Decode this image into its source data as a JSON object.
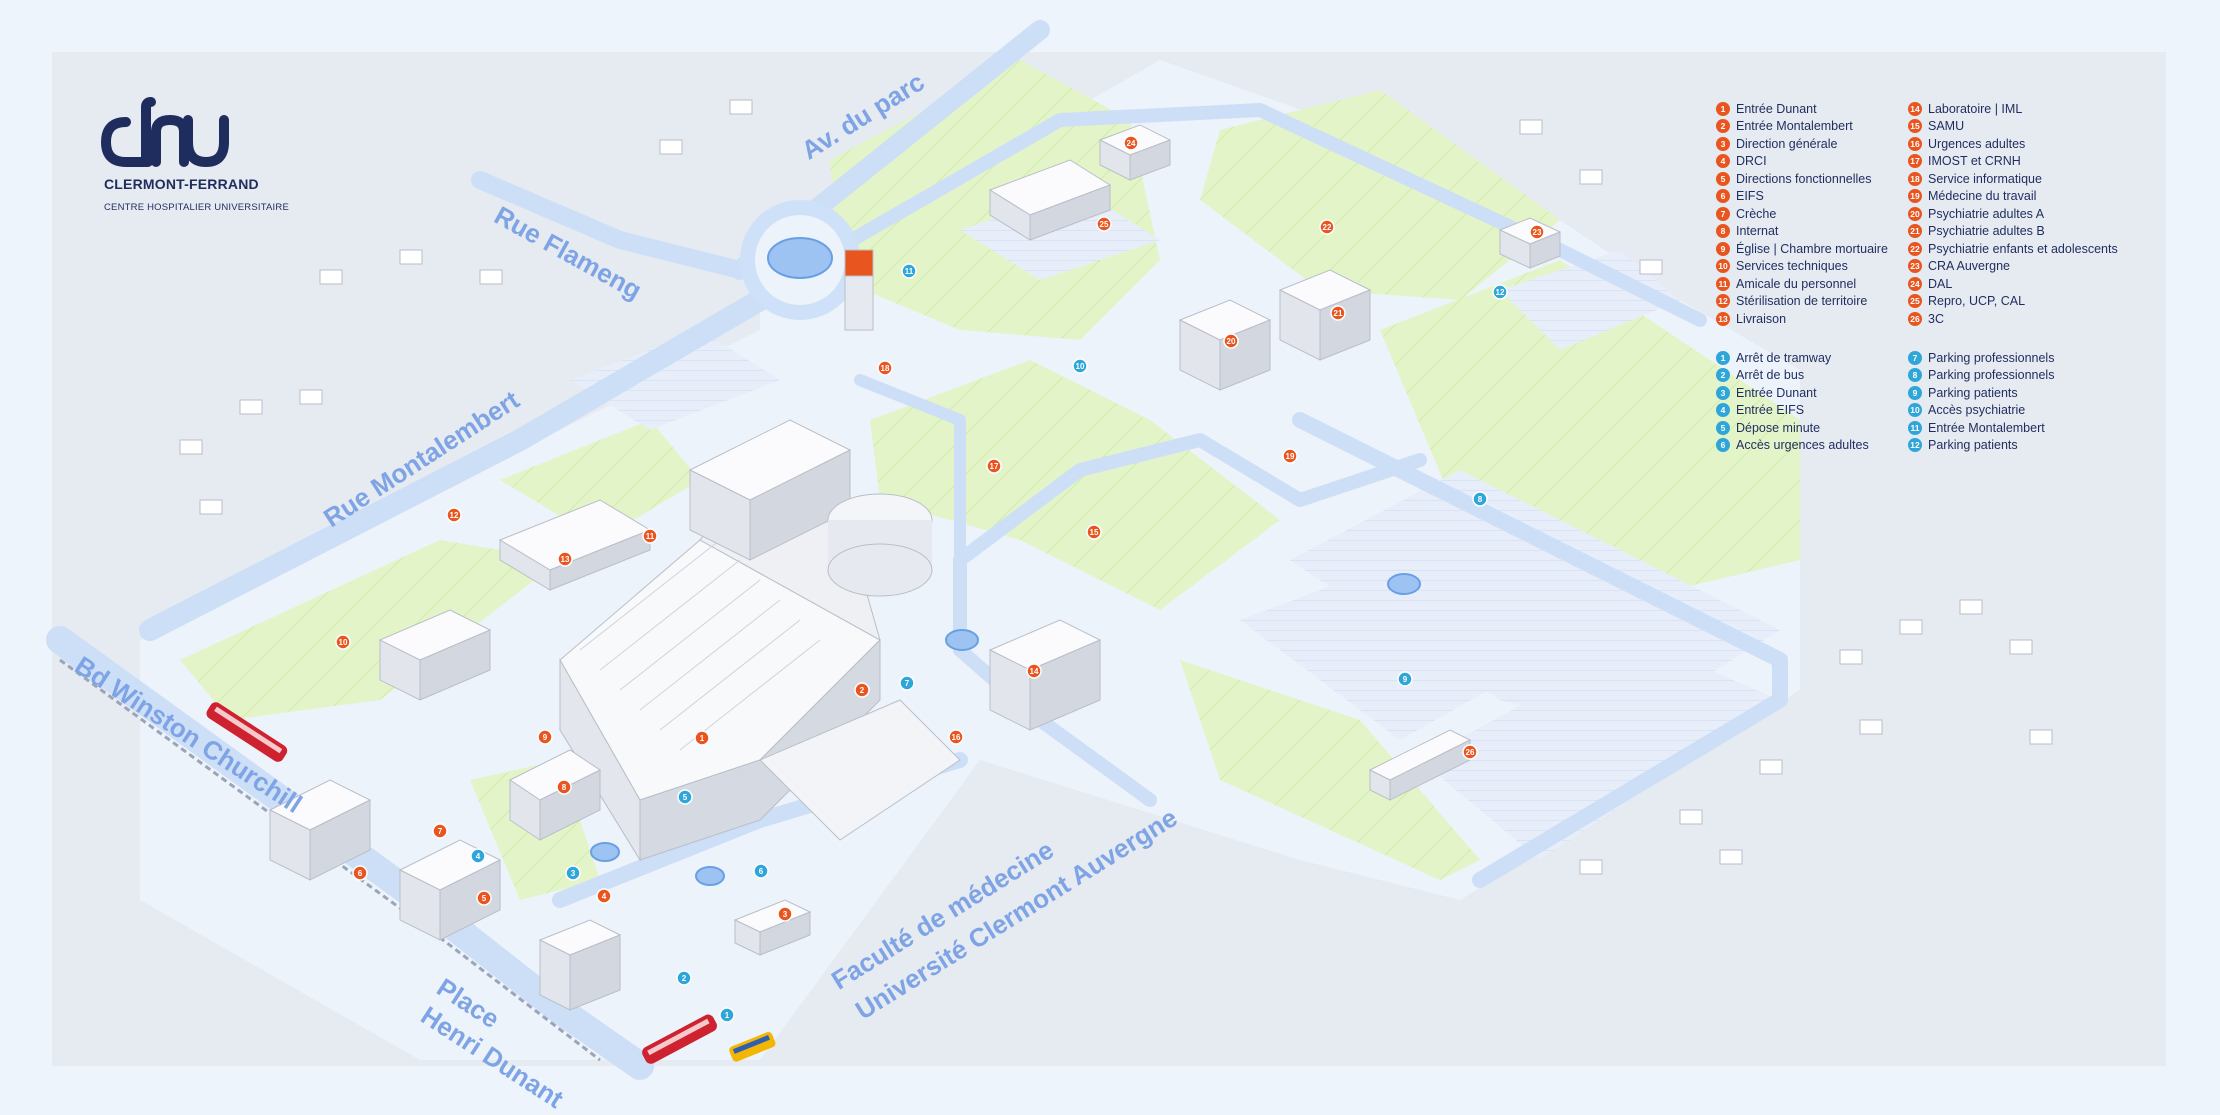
{
  "logo": {
    "wordmark": "chu",
    "title": "CLERMONT-FERRAND",
    "subtitle": "CENTRE HOSPITALIER UNIVERSITAIRE"
  },
  "colors": {
    "background": "#eef4fc",
    "ground": "#e5eaf2",
    "road": "#cfe0f8",
    "green": "#d6efb0",
    "street_label": "#7ea4e6",
    "building_marker": "#e9551e",
    "access_marker": "#2ea6d9",
    "brand": "#1f2d5e"
  },
  "streets": [
    "Av. du parc",
    "Rue Flameng",
    "Rue Montalembert",
    "Bd Winston Churchill",
    "Place",
    "Henri Dunant",
    "Faculté de médecine",
    "Université Clermont Auvergne"
  ],
  "legend_buildings": [
    {
      "n": "1",
      "label": "Entrée Dunant"
    },
    {
      "n": "2",
      "label": "Entrée Montalembert"
    },
    {
      "n": "3",
      "label": "Direction générale"
    },
    {
      "n": "4",
      "label": "DRCI"
    },
    {
      "n": "5",
      "label": "Directions fonctionnelles"
    },
    {
      "n": "6",
      "label": "EIFS"
    },
    {
      "n": "7",
      "label": "Crèche"
    },
    {
      "n": "8",
      "label": "Internat"
    },
    {
      "n": "9",
      "label": "Église | Chambre mortuaire"
    },
    {
      "n": "10",
      "label": "Services techniques"
    },
    {
      "n": "11",
      "label": "Amicale du personnel"
    },
    {
      "n": "12",
      "label": "Stérilisation de territoire"
    },
    {
      "n": "13",
      "label": "Livraison"
    },
    {
      "n": "14",
      "label": "Laboratoire | IML"
    },
    {
      "n": "15",
      "label": "SAMU"
    },
    {
      "n": "16",
      "label": "Urgences adultes"
    },
    {
      "n": "17",
      "label": "IMOST et CRNH"
    },
    {
      "n": "18",
      "label": "Service informatique"
    },
    {
      "n": "19",
      "label": "Médecine du travail"
    },
    {
      "n": "20",
      "label": "Psychiatrie adultes A"
    },
    {
      "n": "21",
      "label": "Psychiatrie adultes B"
    },
    {
      "n": "22",
      "label": "Psychiatrie enfants et adolescents"
    },
    {
      "n": "23",
      "label": "CRA Auvergne"
    },
    {
      "n": "24",
      "label": "DAL"
    },
    {
      "n": "25",
      "label": "Repro, UCP, CAL"
    },
    {
      "n": "26",
      "label": "3C"
    }
  ],
  "legend_access": [
    {
      "n": "1",
      "label": "Arrêt de tramway"
    },
    {
      "n": "2",
      "label": "Arrêt de bus"
    },
    {
      "n": "3",
      "label": "Entrée Dunant"
    },
    {
      "n": "4",
      "label": "Entrée EIFS"
    },
    {
      "n": "5",
      "label": "Dépose minute"
    },
    {
      "n": "6",
      "label": "Accès urgences adultes"
    },
    {
      "n": "7",
      "label": "Parking professionnels"
    },
    {
      "n": "8",
      "label": "Parking professionnels"
    },
    {
      "n": "9",
      "label": "Parking patients"
    },
    {
      "n": "10",
      "label": "Accès psychiatrie"
    },
    {
      "n": "11",
      "label": "Entrée Montalembert"
    },
    {
      "n": "12",
      "label": "Parking patients"
    }
  ],
  "map_markers_orange": [
    "1",
    "2",
    "3",
    "4",
    "5",
    "6",
    "7",
    "8",
    "9",
    "10",
    "11",
    "12",
    "13",
    "14",
    "15",
    "16",
    "17",
    "18",
    "19",
    "20",
    "21",
    "22",
    "23",
    "24",
    "25",
    "26"
  ],
  "map_markers_blue": [
    "1",
    "2",
    "3",
    "4",
    "5",
    "6",
    "7",
    "8",
    "9",
    "10",
    "11",
    "12"
  ]
}
